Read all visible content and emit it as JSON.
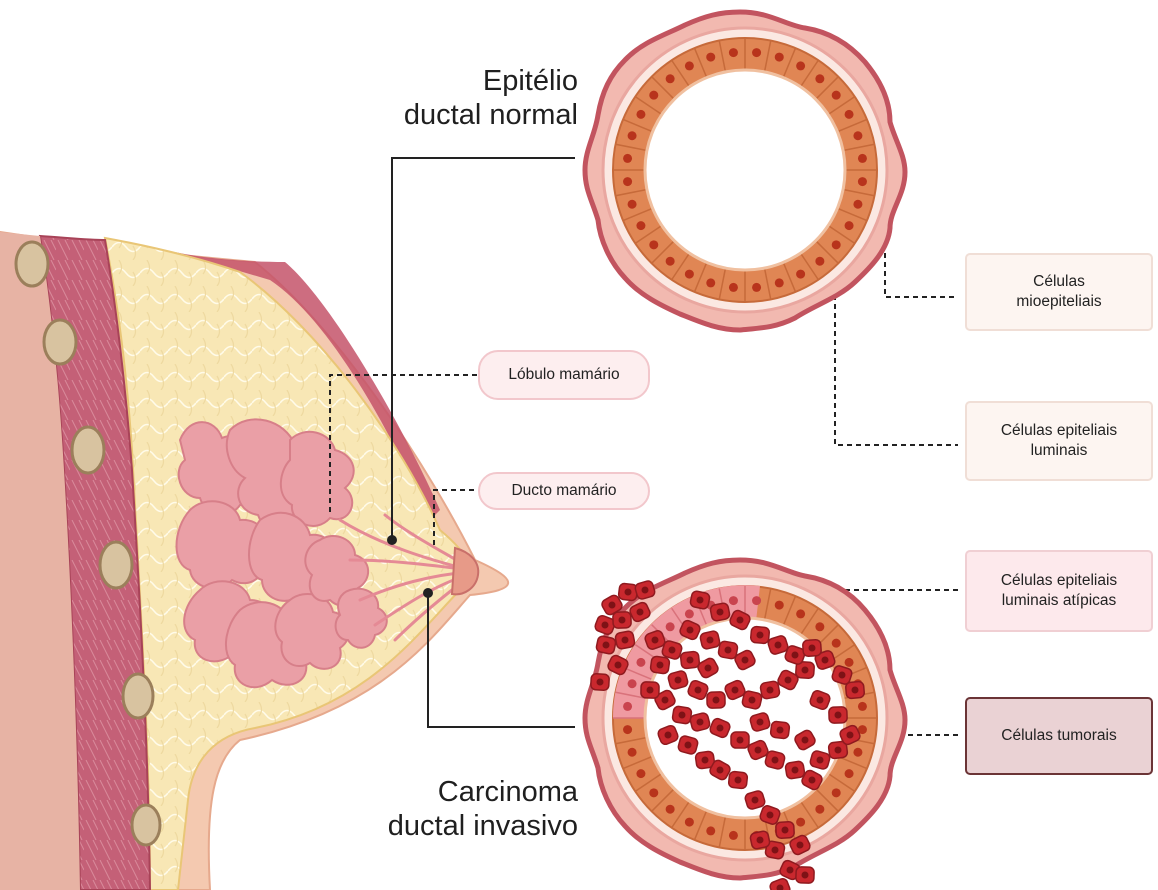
{
  "titles": {
    "normal": [
      "Epitélio",
      "ductal normal"
    ],
    "invasive": [
      "Carcinoma",
      "ductal invasivo"
    ]
  },
  "labels": {
    "lobule": "Lóbulo mamário",
    "duct": "Ducto mamário",
    "myoepithelial": [
      "Células",
      "mioepiteliais"
    ],
    "luminal": [
      "Células epiteliais",
      "luminais"
    ],
    "atypical": [
      "Células epiteliais",
      "luminais atípicas"
    ],
    "tumor": "Células tumorais"
  },
  "colors": {
    "skin": "#f4c9b0",
    "fat": "#f8e7b5",
    "lobule_tissue": "#ea9fa6",
    "muscle": "#c46077",
    "duct_wall": "#c2545f",
    "epithelial_cell": "#e08654",
    "atypical_cell": "#ef9aa1",
    "tumor_cell": "#c9282e"
  }
}
